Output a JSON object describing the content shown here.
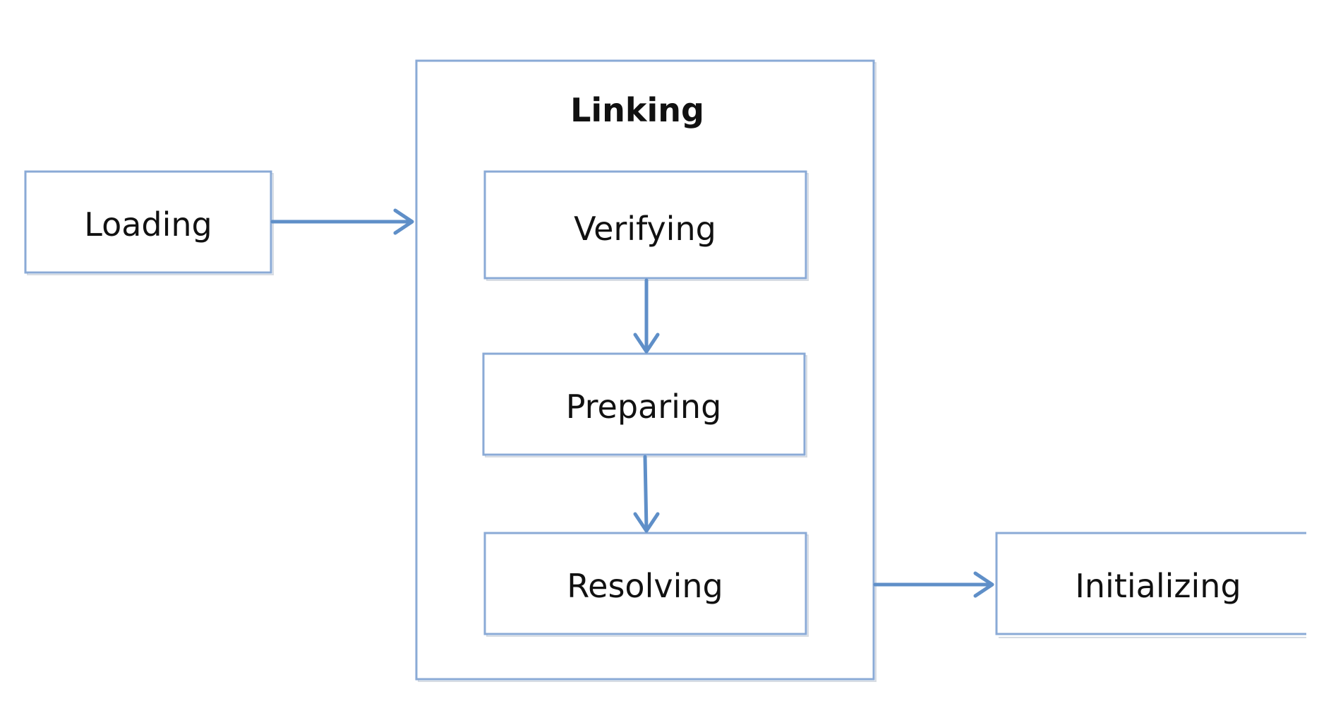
{
  "diagram": {
    "group": {
      "title": "Linking",
      "steps": [
        {
          "label": "Verifying"
        },
        {
          "label": "Preparing"
        },
        {
          "label": "Resolving"
        }
      ]
    },
    "input": {
      "label": "Loading"
    },
    "output": {
      "label": "Initializing"
    },
    "colors": {
      "border": "#8aaad6",
      "arrow": "#5f8fc8",
      "text": "#111111"
    }
  }
}
